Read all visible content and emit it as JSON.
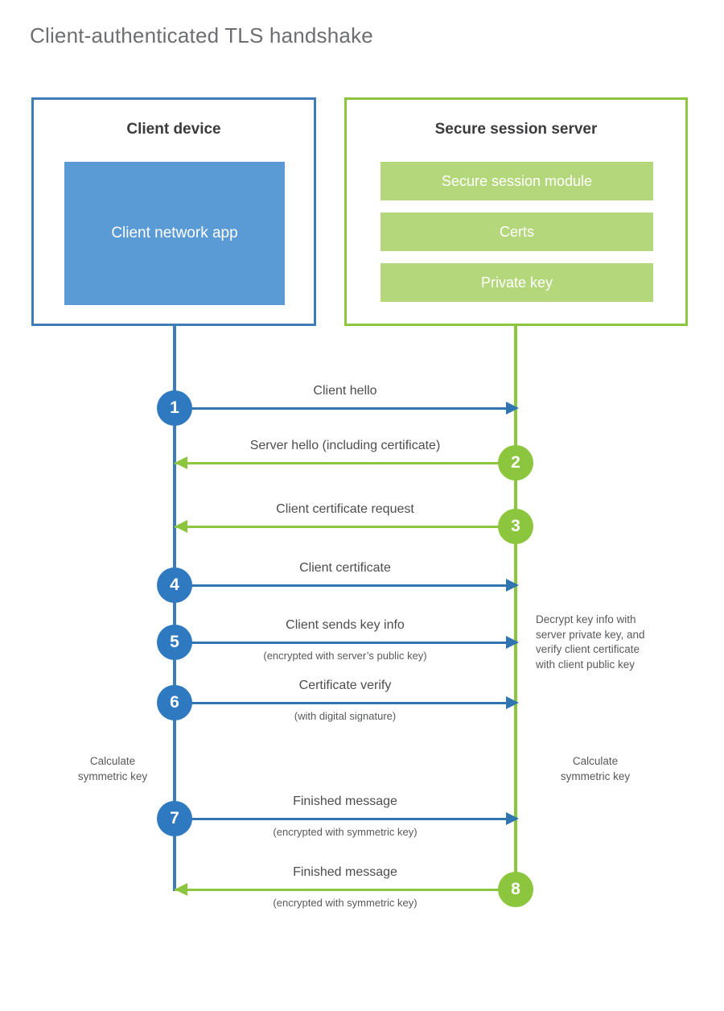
{
  "title": "Client-authenticated TLS handshake",
  "colors": {
    "client_accent": "#3e7cb8",
    "client_badge": "#2e79c0",
    "client_app_fill": "#5b9bd5",
    "client_arrow": "#3175b0",
    "server_accent": "#8cc63e",
    "server_badge": "#8cc63e",
    "server_module_fill": "#b5d77c",
    "server_arrow": "#8cc63e",
    "title_text": "#6d6e71",
    "body_text": "#58595b",
    "background": "#ffffff"
  },
  "participants": {
    "client": {
      "title": "Client device",
      "block_label": "Client network app"
    },
    "server": {
      "title": "Secure session server",
      "modules": [
        {
          "label": "Secure session module"
        },
        {
          "label": "Certs"
        },
        {
          "label": "Private key"
        }
      ]
    }
  },
  "messages": [
    {
      "step": "1",
      "direction": "client-to-server",
      "label": "Client hello",
      "sublabel": ""
    },
    {
      "step": "2",
      "direction": "server-to-client",
      "label": "Server hello (including certificate)",
      "sublabel": ""
    },
    {
      "step": "3",
      "direction": "server-to-client",
      "label": "Client certificate request",
      "sublabel": ""
    },
    {
      "step": "4",
      "direction": "client-to-server",
      "label": "Client certificate",
      "sublabel": ""
    },
    {
      "step": "5",
      "direction": "client-to-server",
      "label": "Client sends key info",
      "sublabel": "(encrypted with server’s public key)"
    },
    {
      "step": "6",
      "direction": "client-to-server",
      "label": "Certificate verify",
      "sublabel": "(with digital signature)"
    },
    {
      "step": "7",
      "direction": "client-to-server",
      "label": "Finished message",
      "sublabel": "(encrypted with symmetric key)"
    },
    {
      "step": "8",
      "direction": "server-to-client",
      "label": "Finished message",
      "sublabel": "(encrypted with symmetric key)"
    }
  ],
  "annotations": {
    "server_decrypt": {
      "lines": [
        "Decrypt key info with",
        "server private key, and",
        "verify client certificate",
        "with client public key"
      ]
    },
    "client_symmetric_key": {
      "lines": [
        "Calculate",
        "symmetric key"
      ]
    },
    "server_symmetric_key": {
      "lines": [
        "Calculate",
        "symmetric key"
      ]
    }
  }
}
